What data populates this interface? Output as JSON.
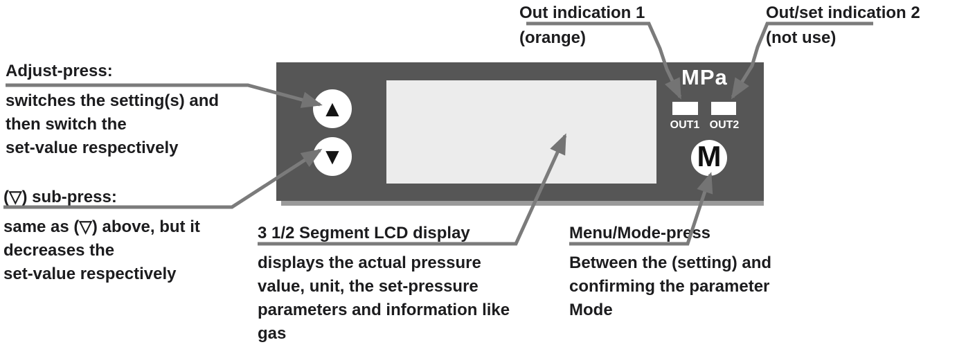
{
  "device": {
    "unit_label": "MPa",
    "out1_led_label": "OUT1",
    "out2_led_label": "OUT2",
    "mode_button_label": "M",
    "up_icon": "▲",
    "down_icon": "▼"
  },
  "annotations": {
    "up_button": {
      "lines": [
        "Adjust-press:",
        "switches the setting(s) and",
        "then switch the",
        "set-value respectively"
      ]
    },
    "down_button": {
      "lines": [
        "(▽) sub-press:",
        "same as (▽) above, but it",
        "decreases the",
        "set-value respectively"
      ]
    },
    "display": {
      "lines": [
        "3 1/2 Segment LCD display",
        "displays the actual pressure",
        "value, unit, the set-pressure",
        "parameters and information like",
        "gas"
      ]
    },
    "mode_button": {
      "lines": [
        "Menu/Mode-press",
        "Between the (setting) and",
        "confirming the parameter",
        "Mode"
      ]
    },
    "out1_indicator": {
      "lines": [
        "Out indication 1",
        "(orange)"
      ]
    },
    "out2_indicator": {
      "lines": [
        "Out/set indication 2",
        "(not use)"
      ]
    }
  },
  "colors": {
    "panel": "#565656",
    "display": "#ececec",
    "leader": "#7b7b7b",
    "text": "#1c1c1e",
    "led": "#ffffff"
  }
}
